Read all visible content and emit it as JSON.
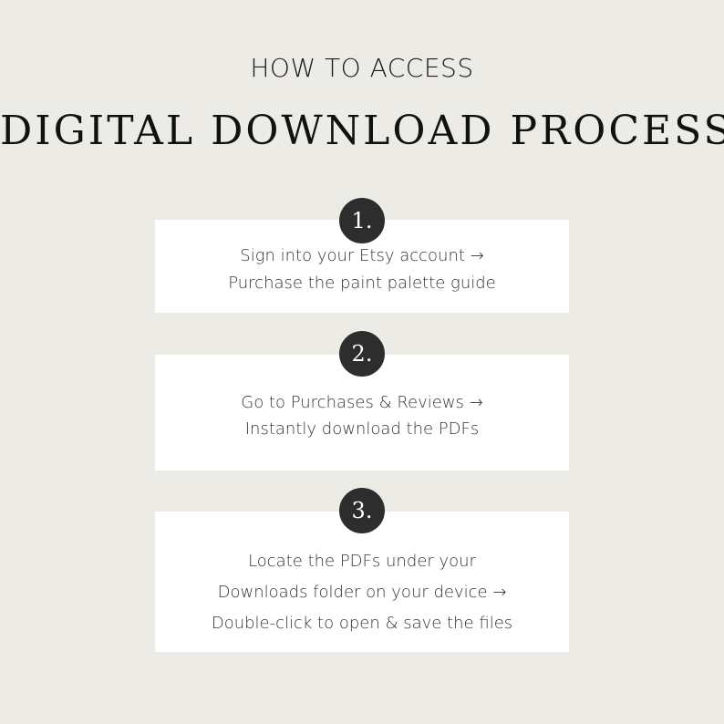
{
  "header": {
    "subtitle": "HOW TO ACCESS",
    "title": "DIGITAL DOWNLOAD PROCESS"
  },
  "steps": [
    {
      "number": "1.",
      "lines": [
        "Sign into your Etsy account →",
        "Purchase the paint palette guide"
      ]
    },
    {
      "number": "2.",
      "lines": [
        "Go to Purchases & Reviews →",
        "Instantly download the PDFs"
      ]
    },
    {
      "number": "3.",
      "lines": [
        "Locate the PDFs under your",
        "Downloads folder on your device →",
        "Double-click to open & save the files"
      ]
    }
  ],
  "colors": {
    "background": "#edebe6",
    "card": "#ffffff",
    "badge": "#2d2d2d",
    "text": "#333333"
  }
}
